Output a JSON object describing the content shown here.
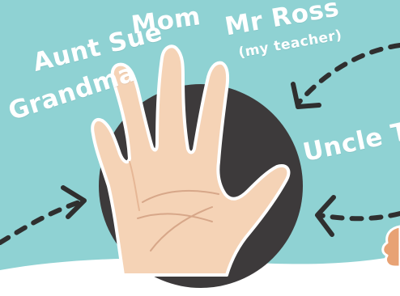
{
  "labels": {
    "grandma": "Grandma",
    "aunt_sue": "Aunt Sue",
    "mom": "Mom",
    "mr_ross": "Mr Ross",
    "my_teacher": "(my teacher)",
    "uncle_tim": "Uncle Tim"
  },
  "colors": {
    "background": "#8fd2d3",
    "circle": "#3d3a3b",
    "skin": "#f5d3b6",
    "skin_shadow": "#e6b796",
    "outline": "#ffffff",
    "arrow": "#2f2f2f",
    "ground": "#ffffff"
  },
  "icons": {
    "hand": "hand-icon",
    "arrow": "dashed-arrow-icon"
  }
}
